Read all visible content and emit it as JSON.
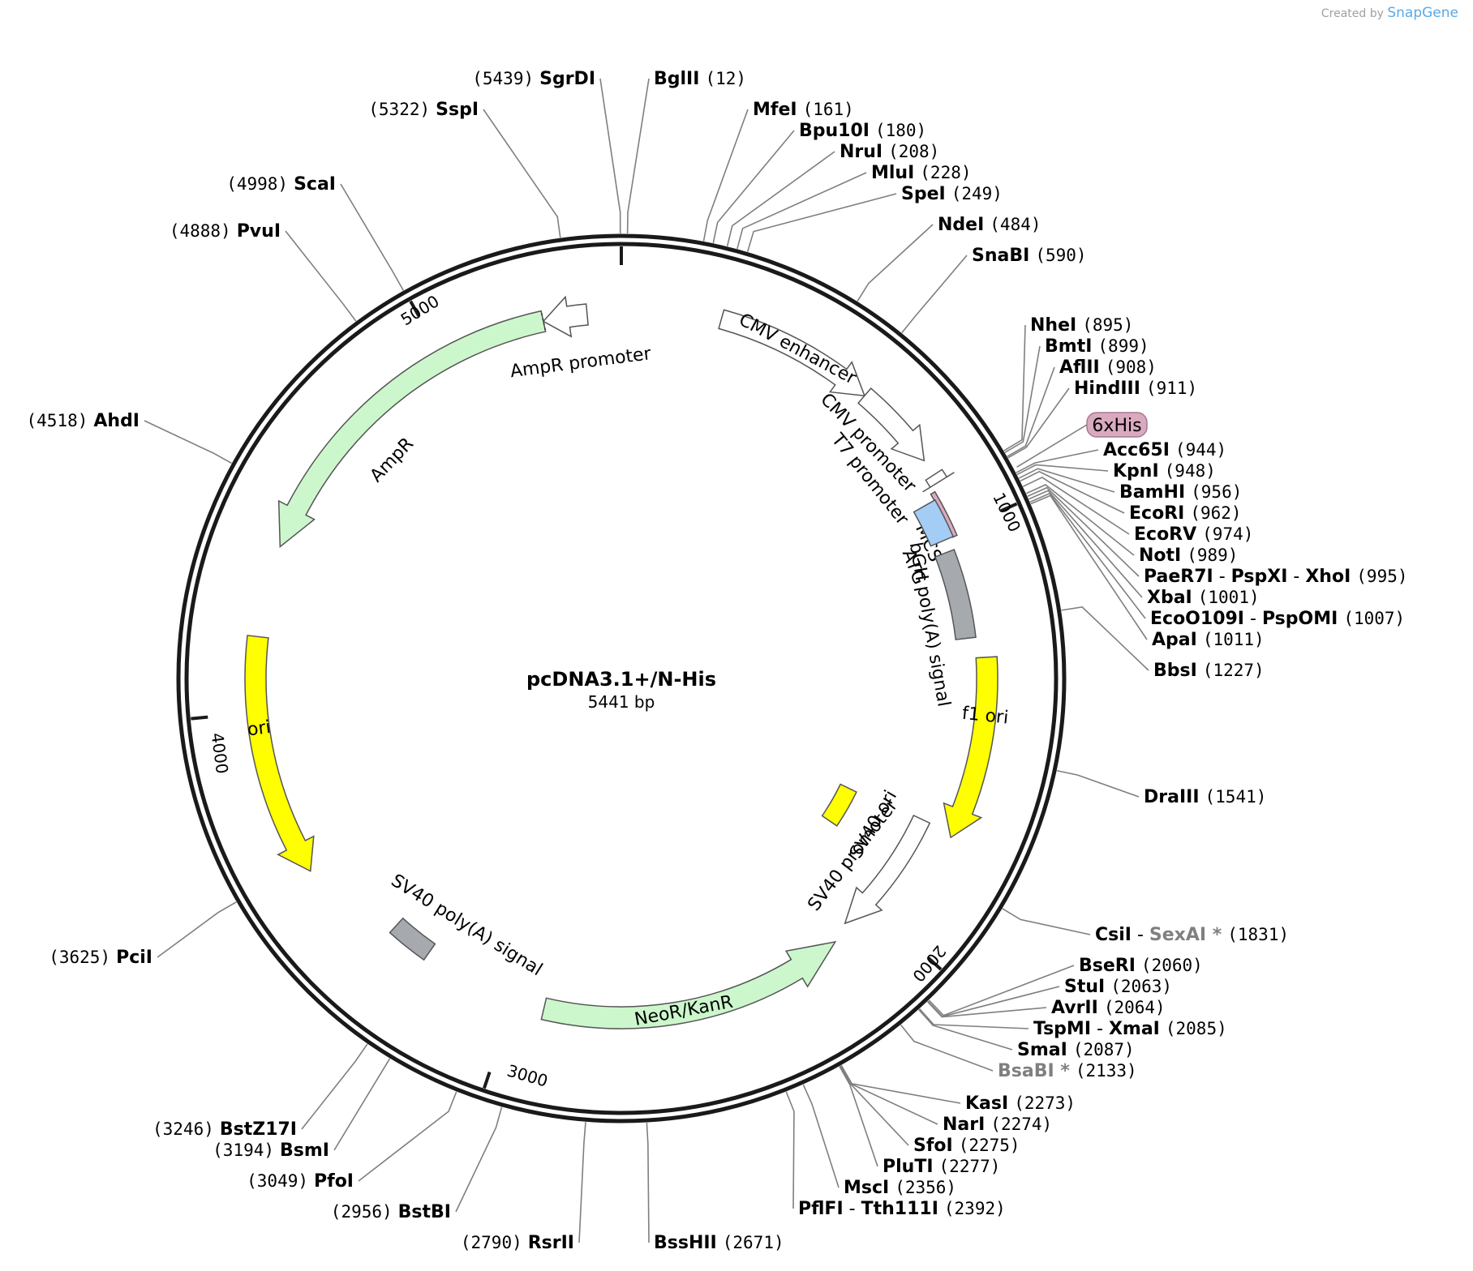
{
  "credit": {
    "prefix": "Created by",
    "brand": "SnapGene"
  },
  "plasmid": {
    "name": "pcDNA3.1+/N-His",
    "size_label": "5441 bp"
  },
  "ticks": [
    {
      "label": "1000",
      "bp": 1000
    },
    {
      "label": "2000",
      "bp": 2000
    },
    {
      "label": "3000",
      "bp": 3000
    },
    {
      "label": "4000",
      "bp": 4000
    },
    {
      "label": "5000",
      "bp": 5000
    }
  ],
  "features": [
    {
      "name": "CMV enhancer",
      "type": "arrow-hollow"
    },
    {
      "name": "CMV promoter",
      "type": "arrow-hollow"
    },
    {
      "name": "T7 promoter",
      "type": "arrow-hollow"
    },
    {
      "name": "MCS",
      "type": "box"
    },
    {
      "name": "ATG",
      "type": "box"
    },
    {
      "name": "6xHis",
      "type": "tag"
    },
    {
      "name": "bGH poly(A) signal",
      "type": "box"
    },
    {
      "name": "f1 ori",
      "type": "arrow"
    },
    {
      "name": "SV40 ori",
      "type": "box"
    },
    {
      "name": "SV40 promoter",
      "type": "arrow-hollow"
    },
    {
      "name": "NeoR/KanR",
      "type": "arrow"
    },
    {
      "name": "SV40 poly(A) signal",
      "type": "box"
    },
    {
      "name": "ori",
      "type": "arrow"
    },
    {
      "name": "AmpR",
      "type": "arrow"
    },
    {
      "name": "AmpR promoter",
      "type": "arrow-hollow"
    }
  ],
  "colors": {
    "backbone": "#1a1a1a",
    "amp_kan": "#ccf7cc",
    "ori_yellow": "#ffff00",
    "polyA_grey": "#a6a9ae",
    "atg_blue": "#a3cdf5",
    "his_pink": "#d9aabf",
    "connector": "#7f7f7f",
    "unique_grey": "#808080"
  },
  "sites": [
    {
      "pos": "(5439)",
      "parts": [
        "SgrDI"
      ]
    },
    {
      "pos": "(12)",
      "parts": [
        "BglII"
      ]
    },
    {
      "pos": "(161)",
      "parts": [
        "MfeI"
      ]
    },
    {
      "pos": "(180)",
      "parts": [
        "Bpu10I"
      ]
    },
    {
      "pos": "(208)",
      "parts": [
        "NruI"
      ]
    },
    {
      "pos": "(228)",
      "parts": [
        "MluI"
      ]
    },
    {
      "pos": "(249)",
      "parts": [
        "SpeI"
      ]
    },
    {
      "pos": "(484)",
      "parts": [
        "NdeI"
      ]
    },
    {
      "pos": "(590)",
      "parts": [
        "SnaBI"
      ]
    },
    {
      "pos": "(895)",
      "parts": [
        "NheI"
      ]
    },
    {
      "pos": "(899)",
      "parts": [
        "BmtI"
      ]
    },
    {
      "pos": "(908)",
      "parts": [
        "AflII"
      ]
    },
    {
      "pos": "(911)",
      "parts": [
        "HindIII"
      ]
    },
    {
      "pos": "(944)",
      "parts": [
        "Acc65I"
      ]
    },
    {
      "pos": "(948)",
      "parts": [
        "KpnI"
      ]
    },
    {
      "pos": "(956)",
      "parts": [
        "BamHI"
      ]
    },
    {
      "pos": "(962)",
      "parts": [
        "EcoRI"
      ]
    },
    {
      "pos": "(974)",
      "parts": [
        "EcoRV"
      ]
    },
    {
      "pos": "(989)",
      "parts": [
        "NotI"
      ]
    },
    {
      "pos": "(995)",
      "parts": [
        "PaeR7I",
        "PspXI",
        "XhoI"
      ]
    },
    {
      "pos": "(1001)",
      "parts": [
        "XbaI"
      ]
    },
    {
      "pos": "(1007)",
      "parts": [
        "EcoO109I",
        "PspOMI"
      ]
    },
    {
      "pos": "(1011)",
      "parts": [
        "ApaI"
      ]
    },
    {
      "pos": "(1227)",
      "parts": [
        "BbsI"
      ]
    },
    {
      "pos": "(1541)",
      "parts": [
        "DraIII"
      ]
    },
    {
      "pos": "(1831)",
      "parts": [
        "CsiI",
        "SexAI *"
      ]
    },
    {
      "pos": "(2060)",
      "parts": [
        "BseRI"
      ]
    },
    {
      "pos": "(2063)",
      "parts": [
        "StuI"
      ]
    },
    {
      "pos": "(2064)",
      "parts": [
        "AvrII"
      ]
    },
    {
      "pos": "(2085)",
      "parts": [
        "TspMI",
        "XmaI"
      ]
    },
    {
      "pos": "(2087)",
      "parts": [
        "SmaI"
      ]
    },
    {
      "pos": "(2133)",
      "parts": [
        "BsaBI *"
      ]
    },
    {
      "pos": "(2273)",
      "parts": [
        "KasI"
      ]
    },
    {
      "pos": "(2274)",
      "parts": [
        "NarI"
      ]
    },
    {
      "pos": "(2275)",
      "parts": [
        "SfoI"
      ]
    },
    {
      "pos": "(2277)",
      "parts": [
        "PluTI"
      ]
    },
    {
      "pos": "(2356)",
      "parts": [
        "MscI"
      ]
    },
    {
      "pos": "(2392)",
      "parts": [
        "PflFI",
        "Tth111I"
      ]
    },
    {
      "pos": "(2671)",
      "parts": [
        "BssHII"
      ]
    },
    {
      "pos": "(2790)",
      "parts": [
        "RsrII"
      ]
    },
    {
      "pos": "(2956)",
      "parts": [
        "BstBI"
      ]
    },
    {
      "pos": "(3049)",
      "parts": [
        "PfoI"
      ]
    },
    {
      "pos": "(3194)",
      "parts": [
        "BsmI"
      ]
    },
    {
      "pos": "(3246)",
      "parts": [
        "BstZ17I"
      ]
    },
    {
      "pos": "(3625)",
      "parts": [
        "PciI"
      ]
    },
    {
      "pos": "(4518)",
      "parts": [
        "AhdI"
      ]
    },
    {
      "pos": "(4888)",
      "parts": [
        "PvuI"
      ]
    },
    {
      "pos": "(4998)",
      "parts": [
        "ScaI"
      ]
    },
    {
      "pos": "(5322)",
      "parts": [
        "SspI"
      ]
    }
  ]
}
